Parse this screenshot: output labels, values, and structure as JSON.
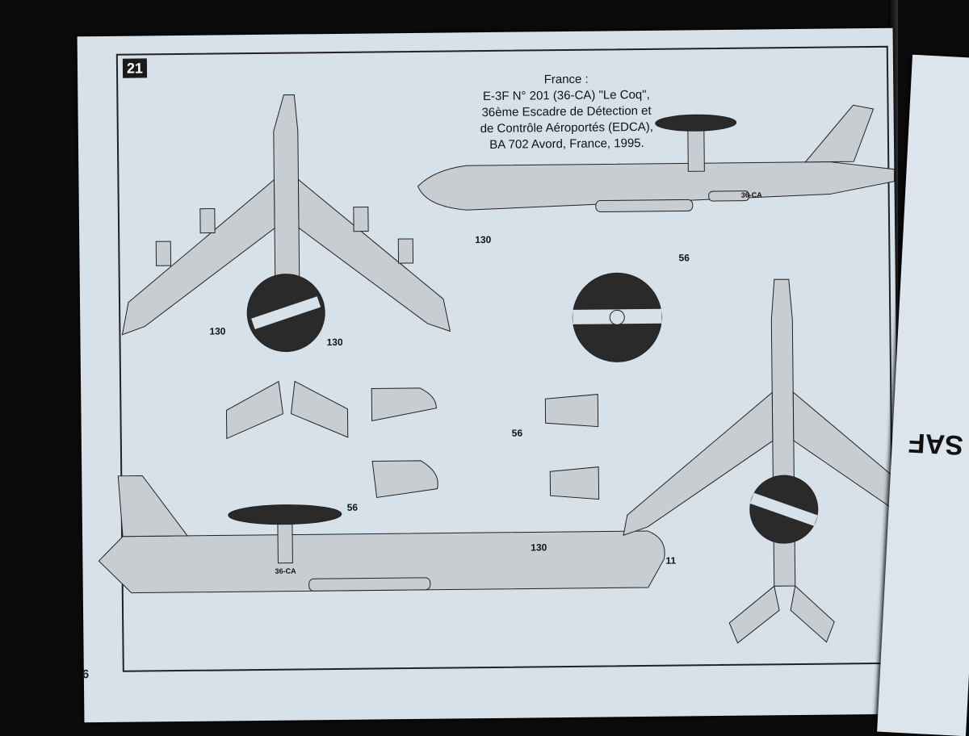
{
  "page": {
    "badge": "21",
    "number": "6"
  },
  "caption": {
    "line1": "France :",
    "line2": "E-3F N° 201 (36-CA) \"Le Coq\",",
    "line3": "36ème Escadre de Détection et",
    "line4": "de Contrôle Aéroportés (EDCA),",
    "line5": "BA 702 Avord, France, 1995."
  },
  "markings": {
    "registration": "36-CA",
    "right_page_text": "SAF"
  },
  "callouts": {
    "c130a": "130",
    "c130b": "130",
    "c130c": "130",
    "c130d": "130",
    "c56a": "56",
    "c56b": "56",
    "c56c": "56",
    "c11": "11"
  },
  "colors": {
    "paper": "#d7e1ea",
    "aircraft_fill": "#c8cdd2",
    "rotodome_dark": "#2a2a2a",
    "ink": "#222222"
  }
}
